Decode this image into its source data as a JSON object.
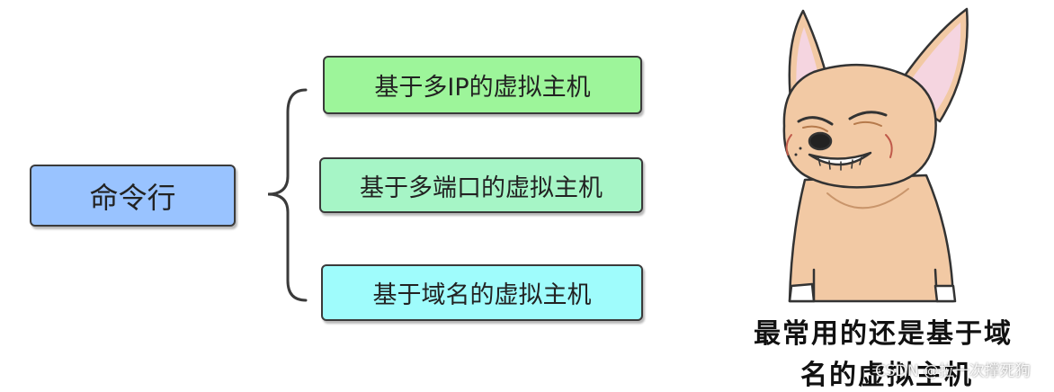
{
  "diagram": {
    "root": {
      "label": "命令行",
      "color": "#99c3ff"
    },
    "children": [
      {
        "label": "基于多IP的虚拟主机",
        "color": "#9df59a"
      },
      {
        "label": "基于多端口的虚拟主机",
        "color": "#a6f5c6"
      },
      {
        "label": "基于域名的虚拟主机",
        "color": "#9ffcfc"
      }
    ]
  },
  "meme": {
    "caption_line1": "最常用的还是基于域",
    "caption_line2": "名的虚拟主机",
    "icon": "chihuahua-dog-illustration"
  },
  "watermark": "CSDN @拉一次撑死狗"
}
